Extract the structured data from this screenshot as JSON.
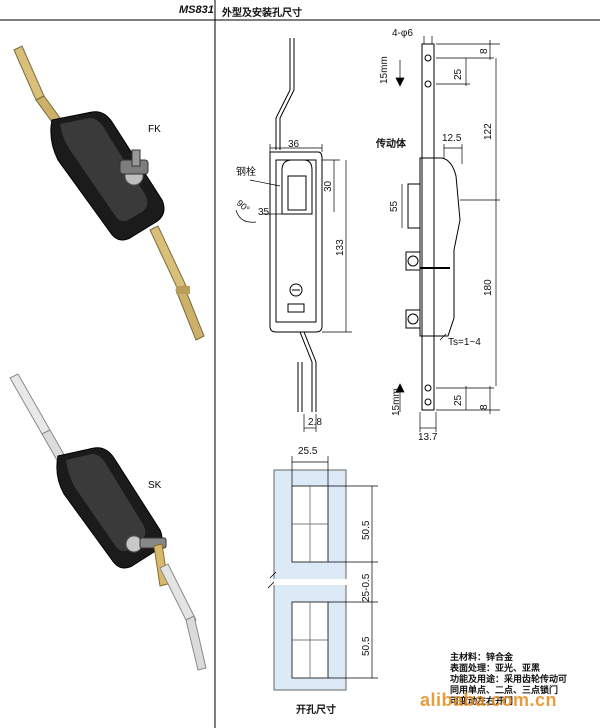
{
  "header": {
    "model": "MS831",
    "title": "外型及安装孔尺寸"
  },
  "photos": [
    {
      "label": "FK"
    },
    {
      "label": "SK"
    }
  ],
  "front_view": {
    "width_top": "36",
    "height_30": "30",
    "bolt_label": "钢栓",
    "dim_35": "35",
    "angle_label": "90°",
    "height_133": "133",
    "dim_2_8": "2.8"
  },
  "side_view": {
    "hole_spec": "4-φ6",
    "stroke_top": "15mm",
    "dim_8_top": "8",
    "dim_25_top": "25",
    "dim_122": "122",
    "drive_label": "传动体",
    "dim_12_5": "12.5",
    "dim_55": "55",
    "dim_180": "180",
    "ts_label": "Ts=1~4",
    "stroke_bottom": "15mm",
    "dim_25_bottom": "25",
    "dim_8_bottom": "8",
    "dim_13_7": "13.7"
  },
  "cutout": {
    "width": "25.5",
    "slot_top": "50.5",
    "gap": "25-0.5",
    "slot_bottom": "50.5",
    "caption": "开孔尺寸"
  },
  "specs": [
    "主材料：锌合金",
    "表面处理：亚光、亚黑",
    "功能及用途：采用齿轮传动可",
    "同用单点、二点、三点锁门",
    "可变动左右开门"
  ],
  "watermark": "alibaba.com.cn"
}
